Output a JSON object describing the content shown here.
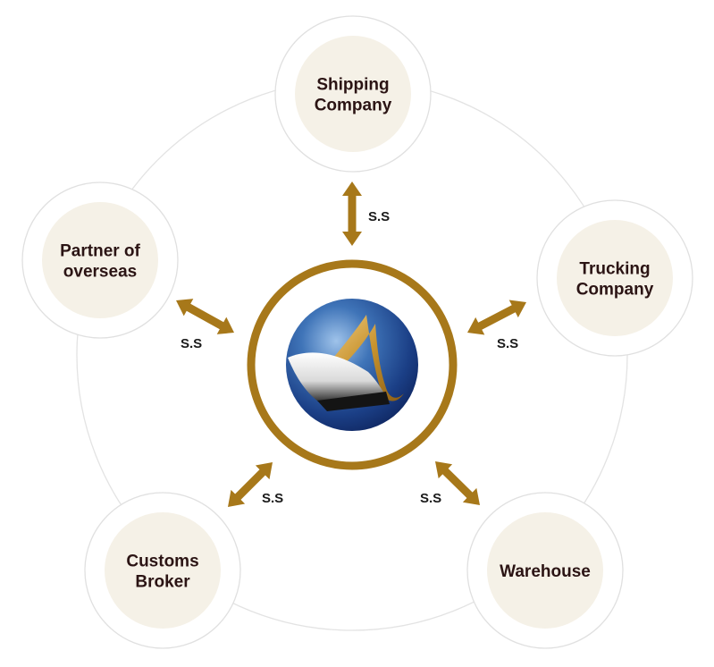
{
  "colors": {
    "ring_stroke": "#e3e3e3",
    "node_outer": "#ffffff",
    "node_inner": "#f5f1e7",
    "arrow": "#a7781a",
    "center_ring": "#a7781a",
    "text": "#2b1414"
  },
  "center": {
    "logo": "ship-logo-icon"
  },
  "nodes": [
    {
      "id": "shipping-company",
      "lines": [
        "Shipping",
        "Company"
      ]
    },
    {
      "id": "trucking-company",
      "lines": [
        "Trucking",
        "Company"
      ]
    },
    {
      "id": "warehouse",
      "lines": [
        "Warehouse"
      ]
    },
    {
      "id": "customs-broker",
      "lines": [
        "Customs",
        "Broker"
      ]
    },
    {
      "id": "partner-of-overseas",
      "lines": [
        "Partner of",
        "overseas"
      ]
    }
  ],
  "arrows": [
    {
      "to": "shipping-company",
      "label": "S.S"
    },
    {
      "to": "trucking-company",
      "label": "S.S"
    },
    {
      "to": "warehouse",
      "label": "S.S"
    },
    {
      "to": "customs-broker",
      "label": "S.S"
    },
    {
      "to": "partner-of-overseas",
      "label": "S.S"
    }
  ]
}
